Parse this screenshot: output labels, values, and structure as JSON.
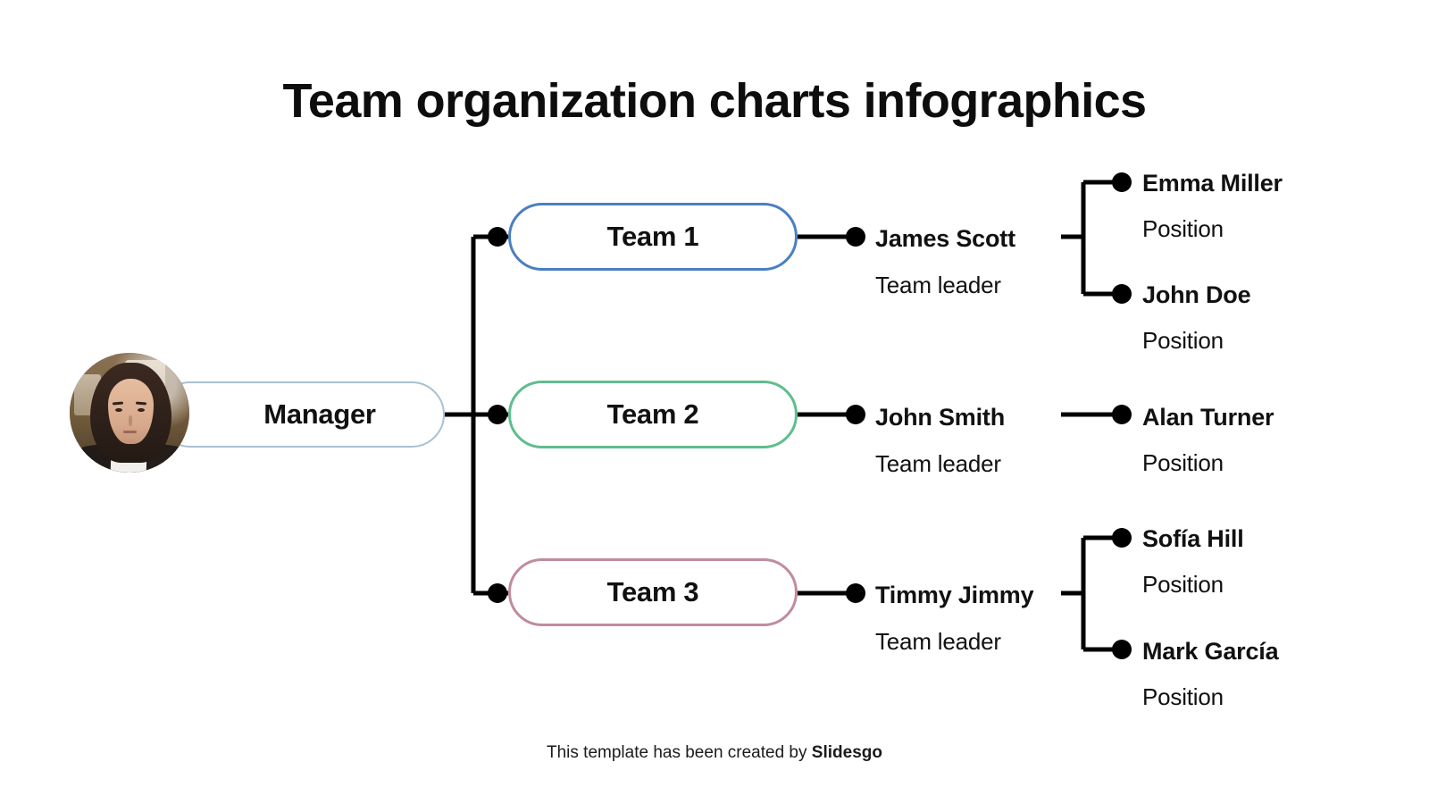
{
  "slide": {
    "title": "Team organization charts infographics",
    "background": "#ffffff"
  },
  "manager": {
    "label": "Manager",
    "border_color": "#a9c0d0",
    "avatar_alt": "manager-photo"
  },
  "teams": [
    {
      "label": "Team 1",
      "color": "#4a7fc1",
      "leader": {
        "name": "James Scott",
        "role": "Team leader"
      },
      "members": [
        {
          "name": "Emma Miller",
          "position": "Position"
        },
        {
          "name": "John Doe",
          "position": "Position"
        }
      ]
    },
    {
      "label": "Team 2",
      "color": "#5fbd8e",
      "leader": {
        "name": "John Smith",
        "role": "Team leader"
      },
      "members": [
        {
          "name": "Alan Turner",
          "position": "Position"
        }
      ]
    },
    {
      "label": "Team 3",
      "color": "#c08c9c",
      "leader": {
        "name": "Timmy Jimmy",
        "role": "Team leader"
      },
      "members": [
        {
          "name": "Sofía Hill",
          "position": "Position"
        },
        {
          "name": "Mark García",
          "position": "Position"
        }
      ]
    }
  ],
  "footer": {
    "text_prefix": "This template has been created by ",
    "brand": "Slidesgo"
  }
}
